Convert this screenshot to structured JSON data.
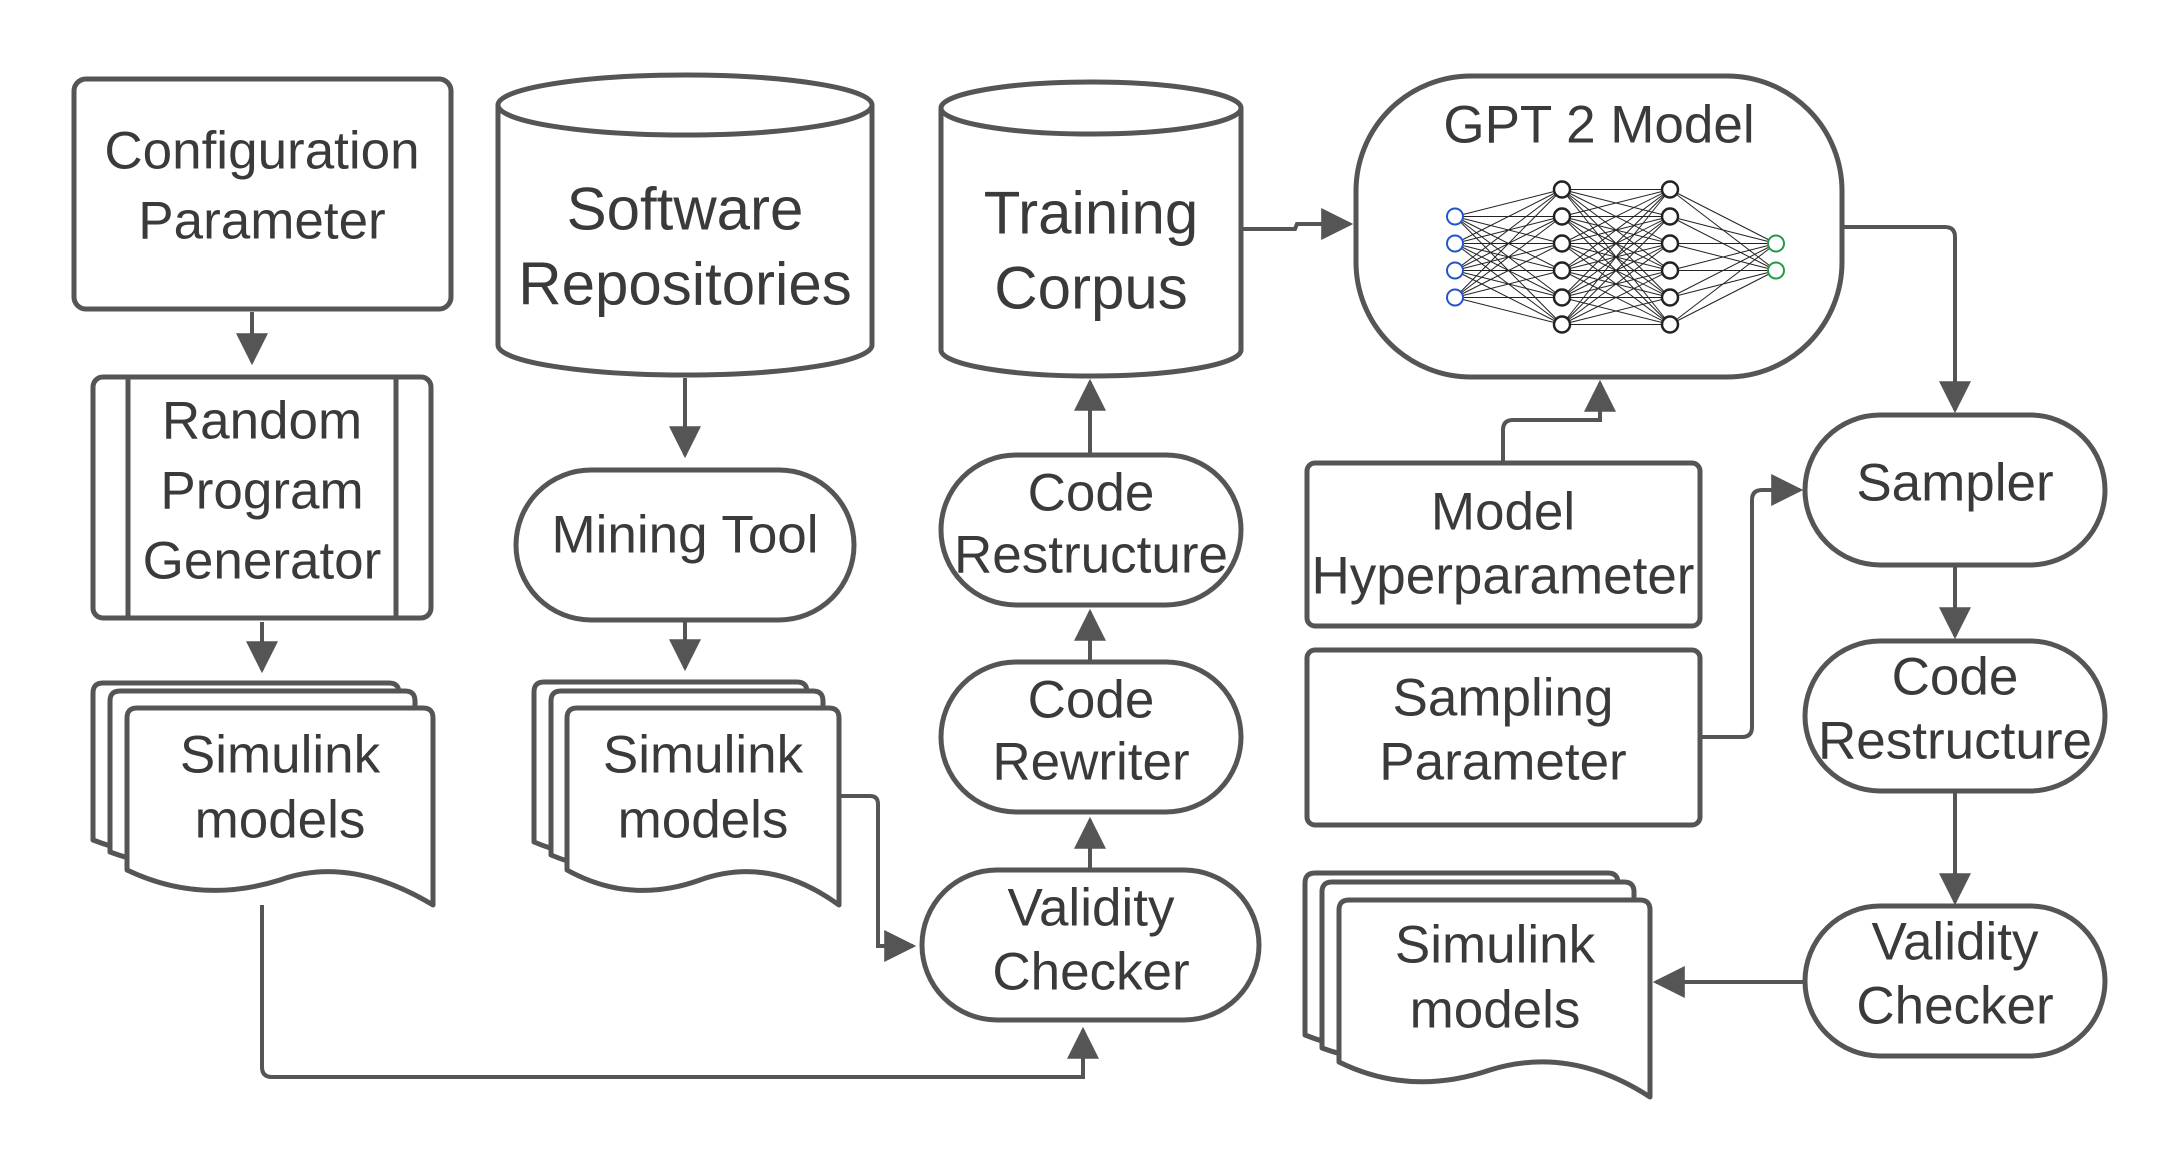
{
  "nodes": {
    "config_param": {
      "lines": [
        "Configuration",
        "Parameter"
      ]
    },
    "random_gen": {
      "lines": [
        "Random",
        "Program",
        "Generator"
      ]
    },
    "sim_models_1": {
      "lines": [
        "Simulink",
        "models"
      ]
    },
    "software_repos": {
      "lines": [
        "Software",
        "Repositories"
      ]
    },
    "mining_tool": {
      "lines": [
        "Mining Tool"
      ]
    },
    "sim_models_2": {
      "lines": [
        "Simulink",
        "models"
      ]
    },
    "training_corpus": {
      "lines": [
        "Training",
        "Corpus"
      ]
    },
    "code_restructure_1": {
      "lines": [
        "Code",
        "Restructure"
      ]
    },
    "code_rewriter": {
      "lines": [
        "Code",
        "Rewriter"
      ]
    },
    "validity_checker_1": {
      "lines": [
        "Validity",
        "Checker"
      ]
    },
    "gpt2_model": {
      "lines": [
        "GPT 2 Model"
      ]
    },
    "model_hyperparam": {
      "lines": [
        "Model",
        "Hyperparameter"
      ]
    },
    "sampling_param": {
      "lines": [
        "Sampling",
        "Parameter"
      ]
    },
    "sampler": {
      "lines": [
        "Sampler"
      ]
    },
    "code_restructure_2": {
      "lines": [
        "Code",
        "Restructure"
      ]
    },
    "validity_checker_2": {
      "lines": [
        "Validity",
        "Checker"
      ]
    },
    "sim_models_3": {
      "lines": [
        "Simulink",
        "models"
      ]
    }
  },
  "edges": [
    {
      "from": "config_param",
      "to": "random_gen"
    },
    {
      "from": "random_gen",
      "to": "sim_models_1"
    },
    {
      "from": "sim_models_1",
      "to": "validity_checker_1"
    },
    {
      "from": "software_repos",
      "to": "mining_tool"
    },
    {
      "from": "mining_tool",
      "to": "sim_models_2"
    },
    {
      "from": "sim_models_2",
      "to": "validity_checker_1"
    },
    {
      "from": "validity_checker_1",
      "to": "code_rewriter"
    },
    {
      "from": "code_rewriter",
      "to": "code_restructure_1"
    },
    {
      "from": "code_restructure_1",
      "to": "training_corpus"
    },
    {
      "from": "training_corpus",
      "to": "gpt2_model"
    },
    {
      "from": "model_hyperparam",
      "to": "gpt2_model"
    },
    {
      "from": "gpt2_model",
      "to": "sampler"
    },
    {
      "from": "sampling_param",
      "to": "sampler"
    },
    {
      "from": "sampler",
      "to": "code_restructure_2"
    },
    {
      "from": "code_restructure_2",
      "to": "validity_checker_2"
    },
    {
      "from": "validity_checker_2",
      "to": "sim_models_3"
    }
  ],
  "neural_net": {
    "layers": [
      4,
      6,
      6,
      2
    ]
  },
  "colors": {
    "stroke": "#555555",
    "text": "#3a3a3a",
    "nn_input": "#2255cc",
    "nn_output": "#229944"
  }
}
